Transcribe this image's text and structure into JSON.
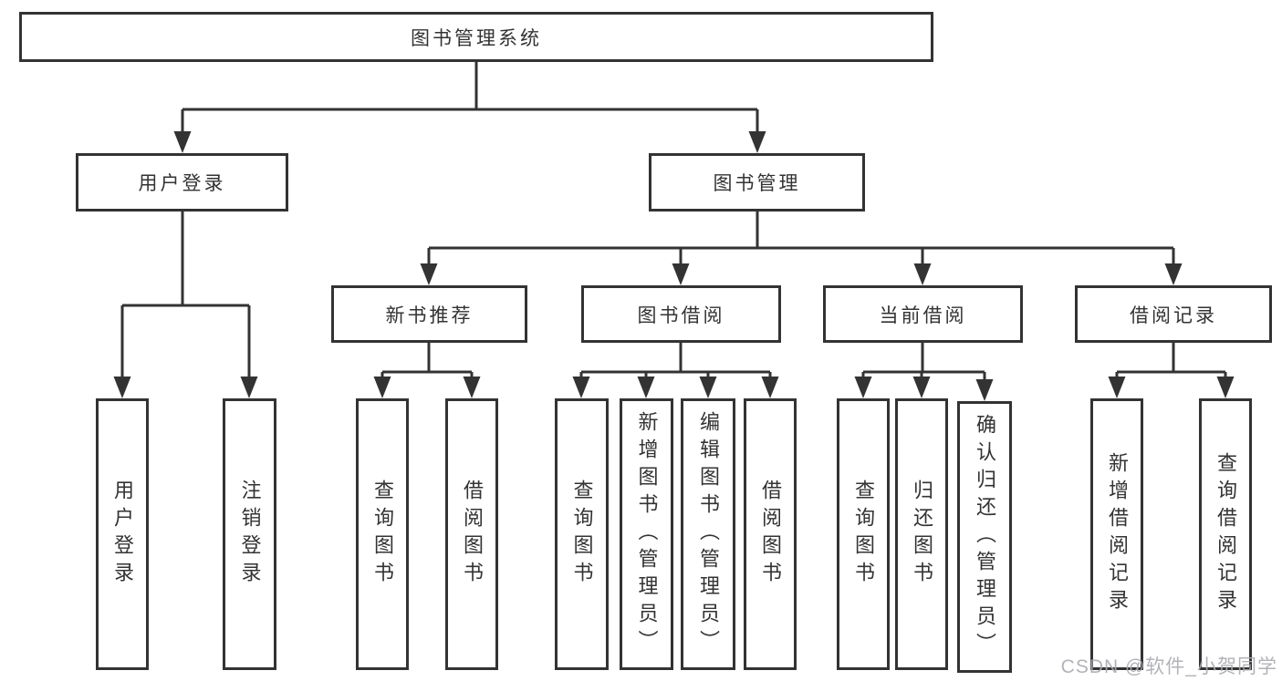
{
  "diagram": {
    "root": {
      "label": "图书管理系统"
    },
    "children": [
      {
        "label": "用户登录",
        "leaves": [
          {
            "label": "用户登录"
          },
          {
            "label": "注销登录"
          }
        ]
      },
      {
        "label": "图书管理",
        "children": [
          {
            "label": "新书推荐",
            "leaves": [
              {
                "label": "查询图书"
              },
              {
                "label": "借阅图书"
              }
            ]
          },
          {
            "label": "图书借阅",
            "leaves": [
              {
                "label": "查询图书"
              },
              {
                "label": "新增图书（管理员）"
              },
              {
                "label": "编辑图书（管理员）"
              },
              {
                "label": "借阅图书"
              }
            ]
          },
          {
            "label": "当前借阅",
            "leaves": [
              {
                "label": "查询图书"
              },
              {
                "label": "归还图书"
              },
              {
                "label": "确认归还（管理员）"
              }
            ]
          },
          {
            "label": "借阅记录",
            "leaves": [
              {
                "label": "新增借阅记录"
              },
              {
                "label": "查询借阅记录"
              }
            ]
          }
        ]
      }
    ]
  },
  "watermark": {
    "text": "CSDN @软件_小贺同学"
  },
  "colors": {
    "line": "#333333",
    "box_border": "#333333",
    "text": "#333333",
    "background": "#ffffff",
    "watermark": "#aaabb0"
  }
}
